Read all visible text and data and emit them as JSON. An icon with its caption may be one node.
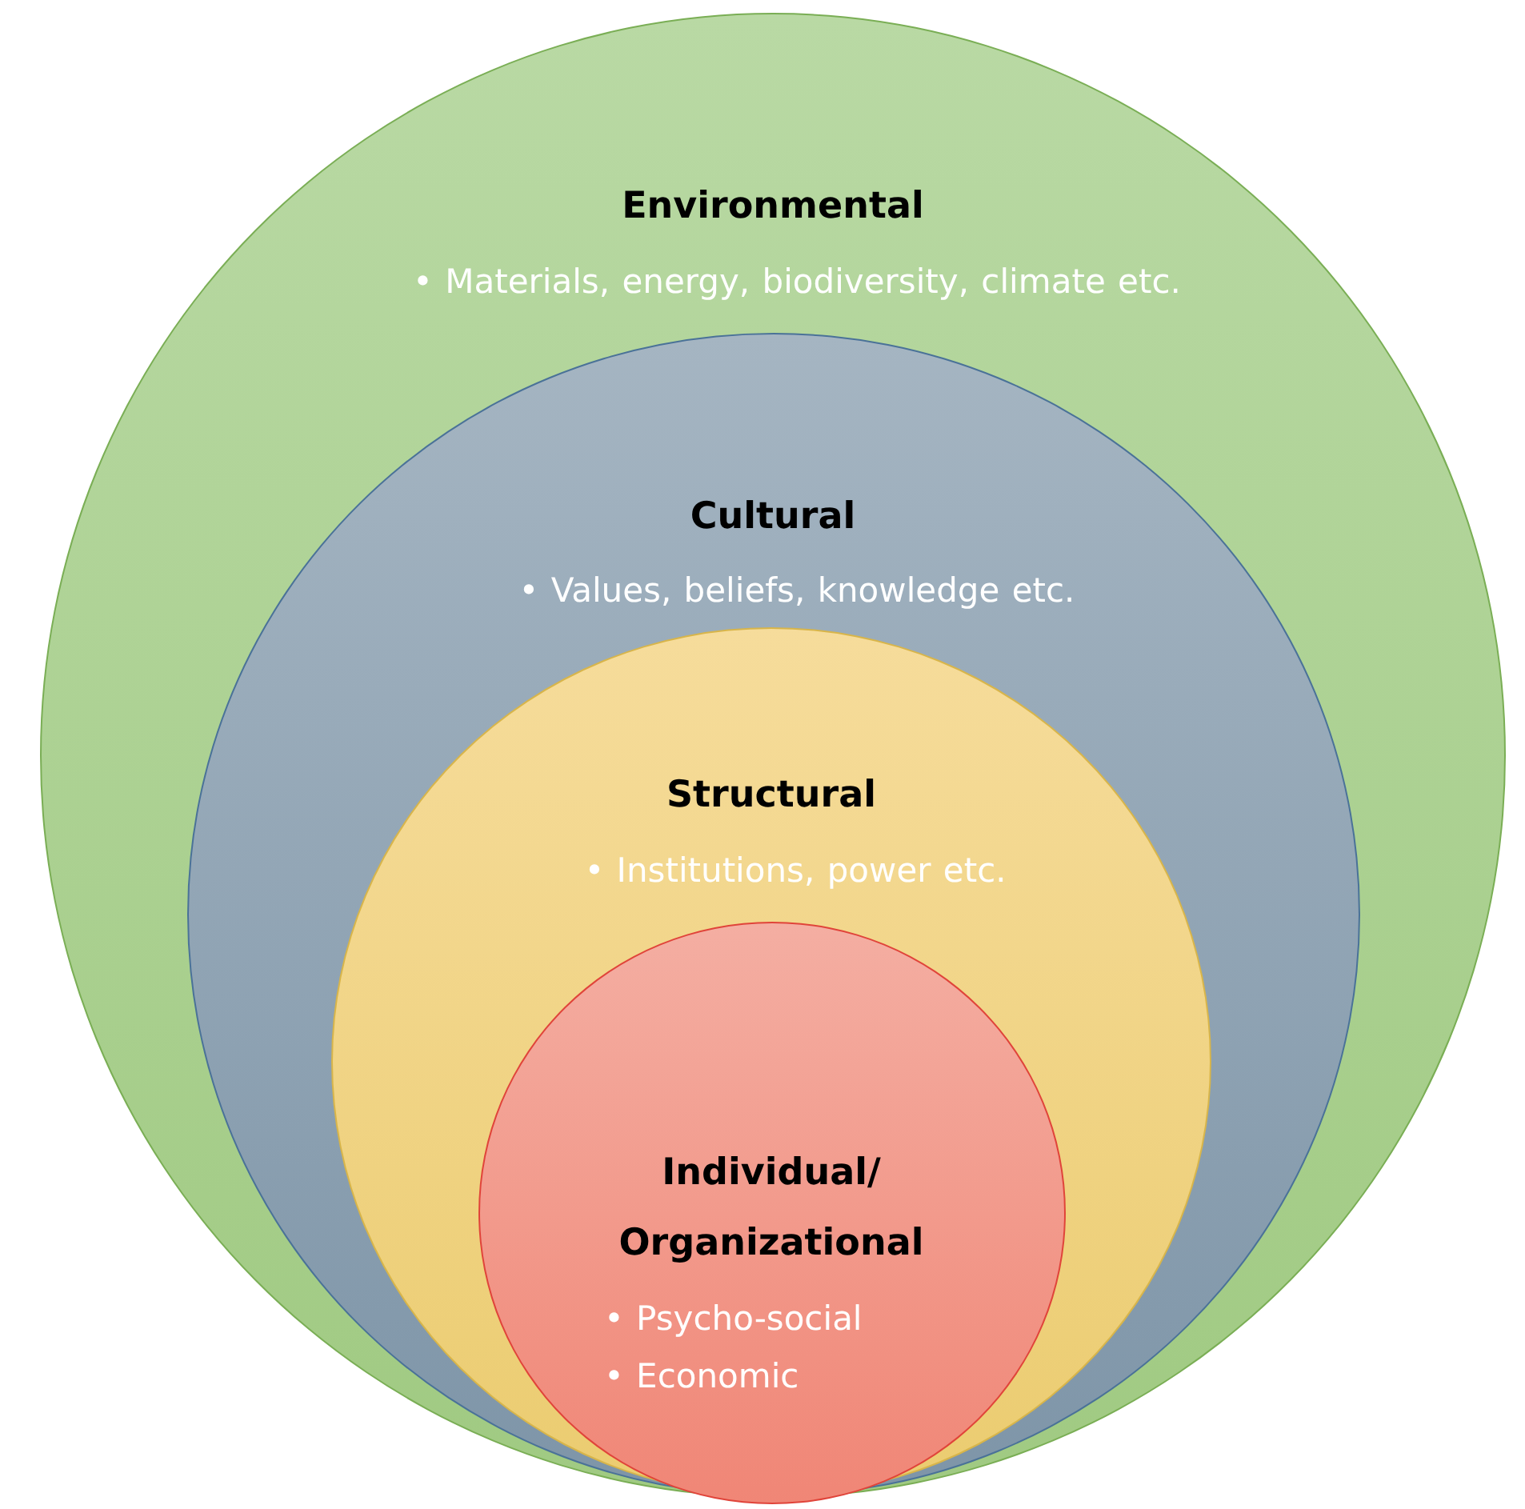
{
  "diagram": {
    "nodes": [
      {
        "text": [
          "Environmental",
          "• Materials, energy, biodiversity, climate etc."
        ]
      },
      {
        "text": [
          "Cultural",
          "• Values, beliefs, knowledge etc."
        ],
        "in": 0
      },
      {
        "text": [
          "Structural",
          "• Institutions, power etc."
        ],
        "in": 1
      },
      {
        "text": [
          "Individual/ Organizational",
          "• Psycho-social",
          "• Economic"
        ],
        "in": 2
      }
    ]
  }
}
